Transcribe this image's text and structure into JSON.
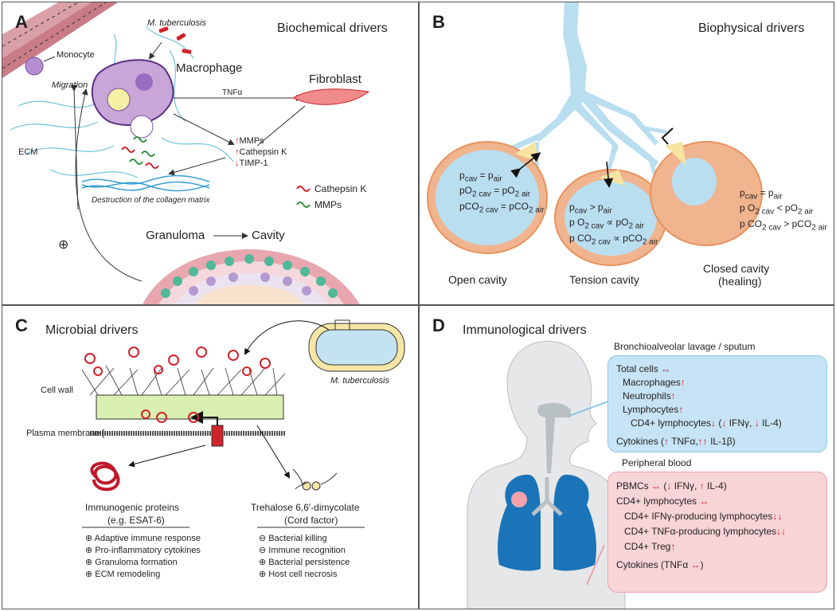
{
  "panels": {
    "a": {
      "label": "A",
      "title": "Biochemical drivers",
      "m_tuberculosis": "M. tuberculosis",
      "monocyte": "Monocyte",
      "macrophage": "Macrophage",
      "migration": "Migration",
      "ecm": "ECM",
      "tnfa": "TNFα",
      "fibroblast": "Fibroblast",
      "mmps": "MMPs",
      "cathepsin_k": "Cathepsin K",
      "timp1": "TIMP-1",
      "destruction": "Destruction of the collagen matrix",
      "legend_cathepsin": "Cathepsin K",
      "legend_mmps": "MMPs",
      "granuloma": "Granuloma",
      "cavity": "Cavity",
      "plus": "⊕"
    },
    "b": {
      "label": "B",
      "title": "Biophysical drivers",
      "open_cavity": "Open cavity",
      "tension_cavity": "Tension cavity",
      "closed_cavity": "Closed cavity",
      "healing": "(healing)",
      "open_eq": [
        "p",
        "cav",
        " = p",
        "air",
        "pO",
        "2 cav",
        " = pO",
        "2 air",
        "pCO",
        "2 cav",
        " = pCO",
        "2 air"
      ],
      "tension_eq": [
        "p",
        "cav",
        " > p",
        "air",
        "p O",
        "2 cav",
        " ∝ pO",
        "2 air",
        "p CO",
        "2 cav",
        " ∝ pCO",
        "2 air"
      ],
      "closed_eq": [
        "p",
        "cav",
        " = p",
        "air",
        "p O",
        "2 cav",
        " < pO",
        "2 air",
        "p CO",
        "2 cav",
        " > pCO",
        "2 air"
      ]
    },
    "c": {
      "label": "C",
      "title": "Microbial drivers",
      "m_tuberculosis": "M. tuberculosis",
      "cell_wall": "Cell wall",
      "plasma_membrane": "Plasma membrane [",
      "immunogenic_title": "Immunogenic proteins",
      "immunogenic_sub": "(e.g. ESAT-6)",
      "immunogenic_effects": [
        "Adaptive immune response",
        "Pro-inflammatory cytokines",
        "Granuloma formation",
        "ECM remodeling"
      ],
      "immunogenic_signs": [
        "⊕",
        "⊕",
        "⊕",
        "⊕"
      ],
      "trehalose_title": "Trehalose 6,6′-dimycolate",
      "trehalose_sub": "(Cord factor)",
      "trehalose_effects": [
        "Bacterial killing",
        "Immune recognition",
        "Bacterial persistence",
        "Host cell necrosis"
      ],
      "trehalose_signs": [
        "⊖",
        "⊖",
        "⊕",
        "⊕"
      ]
    },
    "d": {
      "label": "D",
      "title": "Immunological drivers",
      "bal_title": "Bronchioalveolar lavage / sputum",
      "pb_title": "Peripheral blood",
      "bal": {
        "total_cells": "Total cells",
        "total_cells_arrow": "↔",
        "macrophages": "Macrophages",
        "macrophages_arrow": "↑",
        "neutrophils": "Neutrophils",
        "neutrophils_arrow": "↑",
        "lymphocytes": "Lymphocytes",
        "lymphocytes_arrow": "↑",
        "cd4": "CD4+ lymphocytes",
        "cd4_arrow": "↓",
        "cd4_paren_open": " (",
        "ifng_arrow": "↓",
        "ifng": " IFNγ, ",
        "il4_arrow": "↓",
        "il4": " IL-4)",
        "cytokines": "Cytokines (",
        "tnfa_arrow": "↑",
        "tnfa": " TNFα,",
        "il1b_arrow": "↑↑",
        "il1b": " IL-1β)"
      },
      "pb": {
        "pbmcs": "PBMCs",
        "pbmcs_arrow": "↔",
        "pbmcs_paren_open": " (",
        "ifng_arrow": "↓",
        "ifng": " IFNγ, ",
        "il4_arrow": "↑",
        "il4": " IL-4)",
        "cd4": "CD4+ lymphocytes",
        "cd4_arrow": "↔",
        "cd4_ifng": "CD4+ IFNγ-producing lymphocytes",
        "cd4_ifng_arrow": "↓↓",
        "cd4_tnfa": "CD4+ TNFα-producing lymphocytes",
        "cd4_tnfa_arrow": "↓↓",
        "treg": "CD4+ Treg",
        "treg_arrow": "↑",
        "cytokines": "Cytokines (TNFα ",
        "cytokines_arrow": "↔",
        "cytokines_close": ")"
      }
    }
  },
  "colors": {
    "airway": "#b9def0",
    "cavity_wall": "#f0b48e",
    "cavity_border": "#e8935e",
    "bal_box": "#c6e4f5",
    "pb_box": "#f7d4d6",
    "arrow_red": "#d1232a",
    "macrophage": "#c8a7d8",
    "lung": "#1b74b8"
  }
}
